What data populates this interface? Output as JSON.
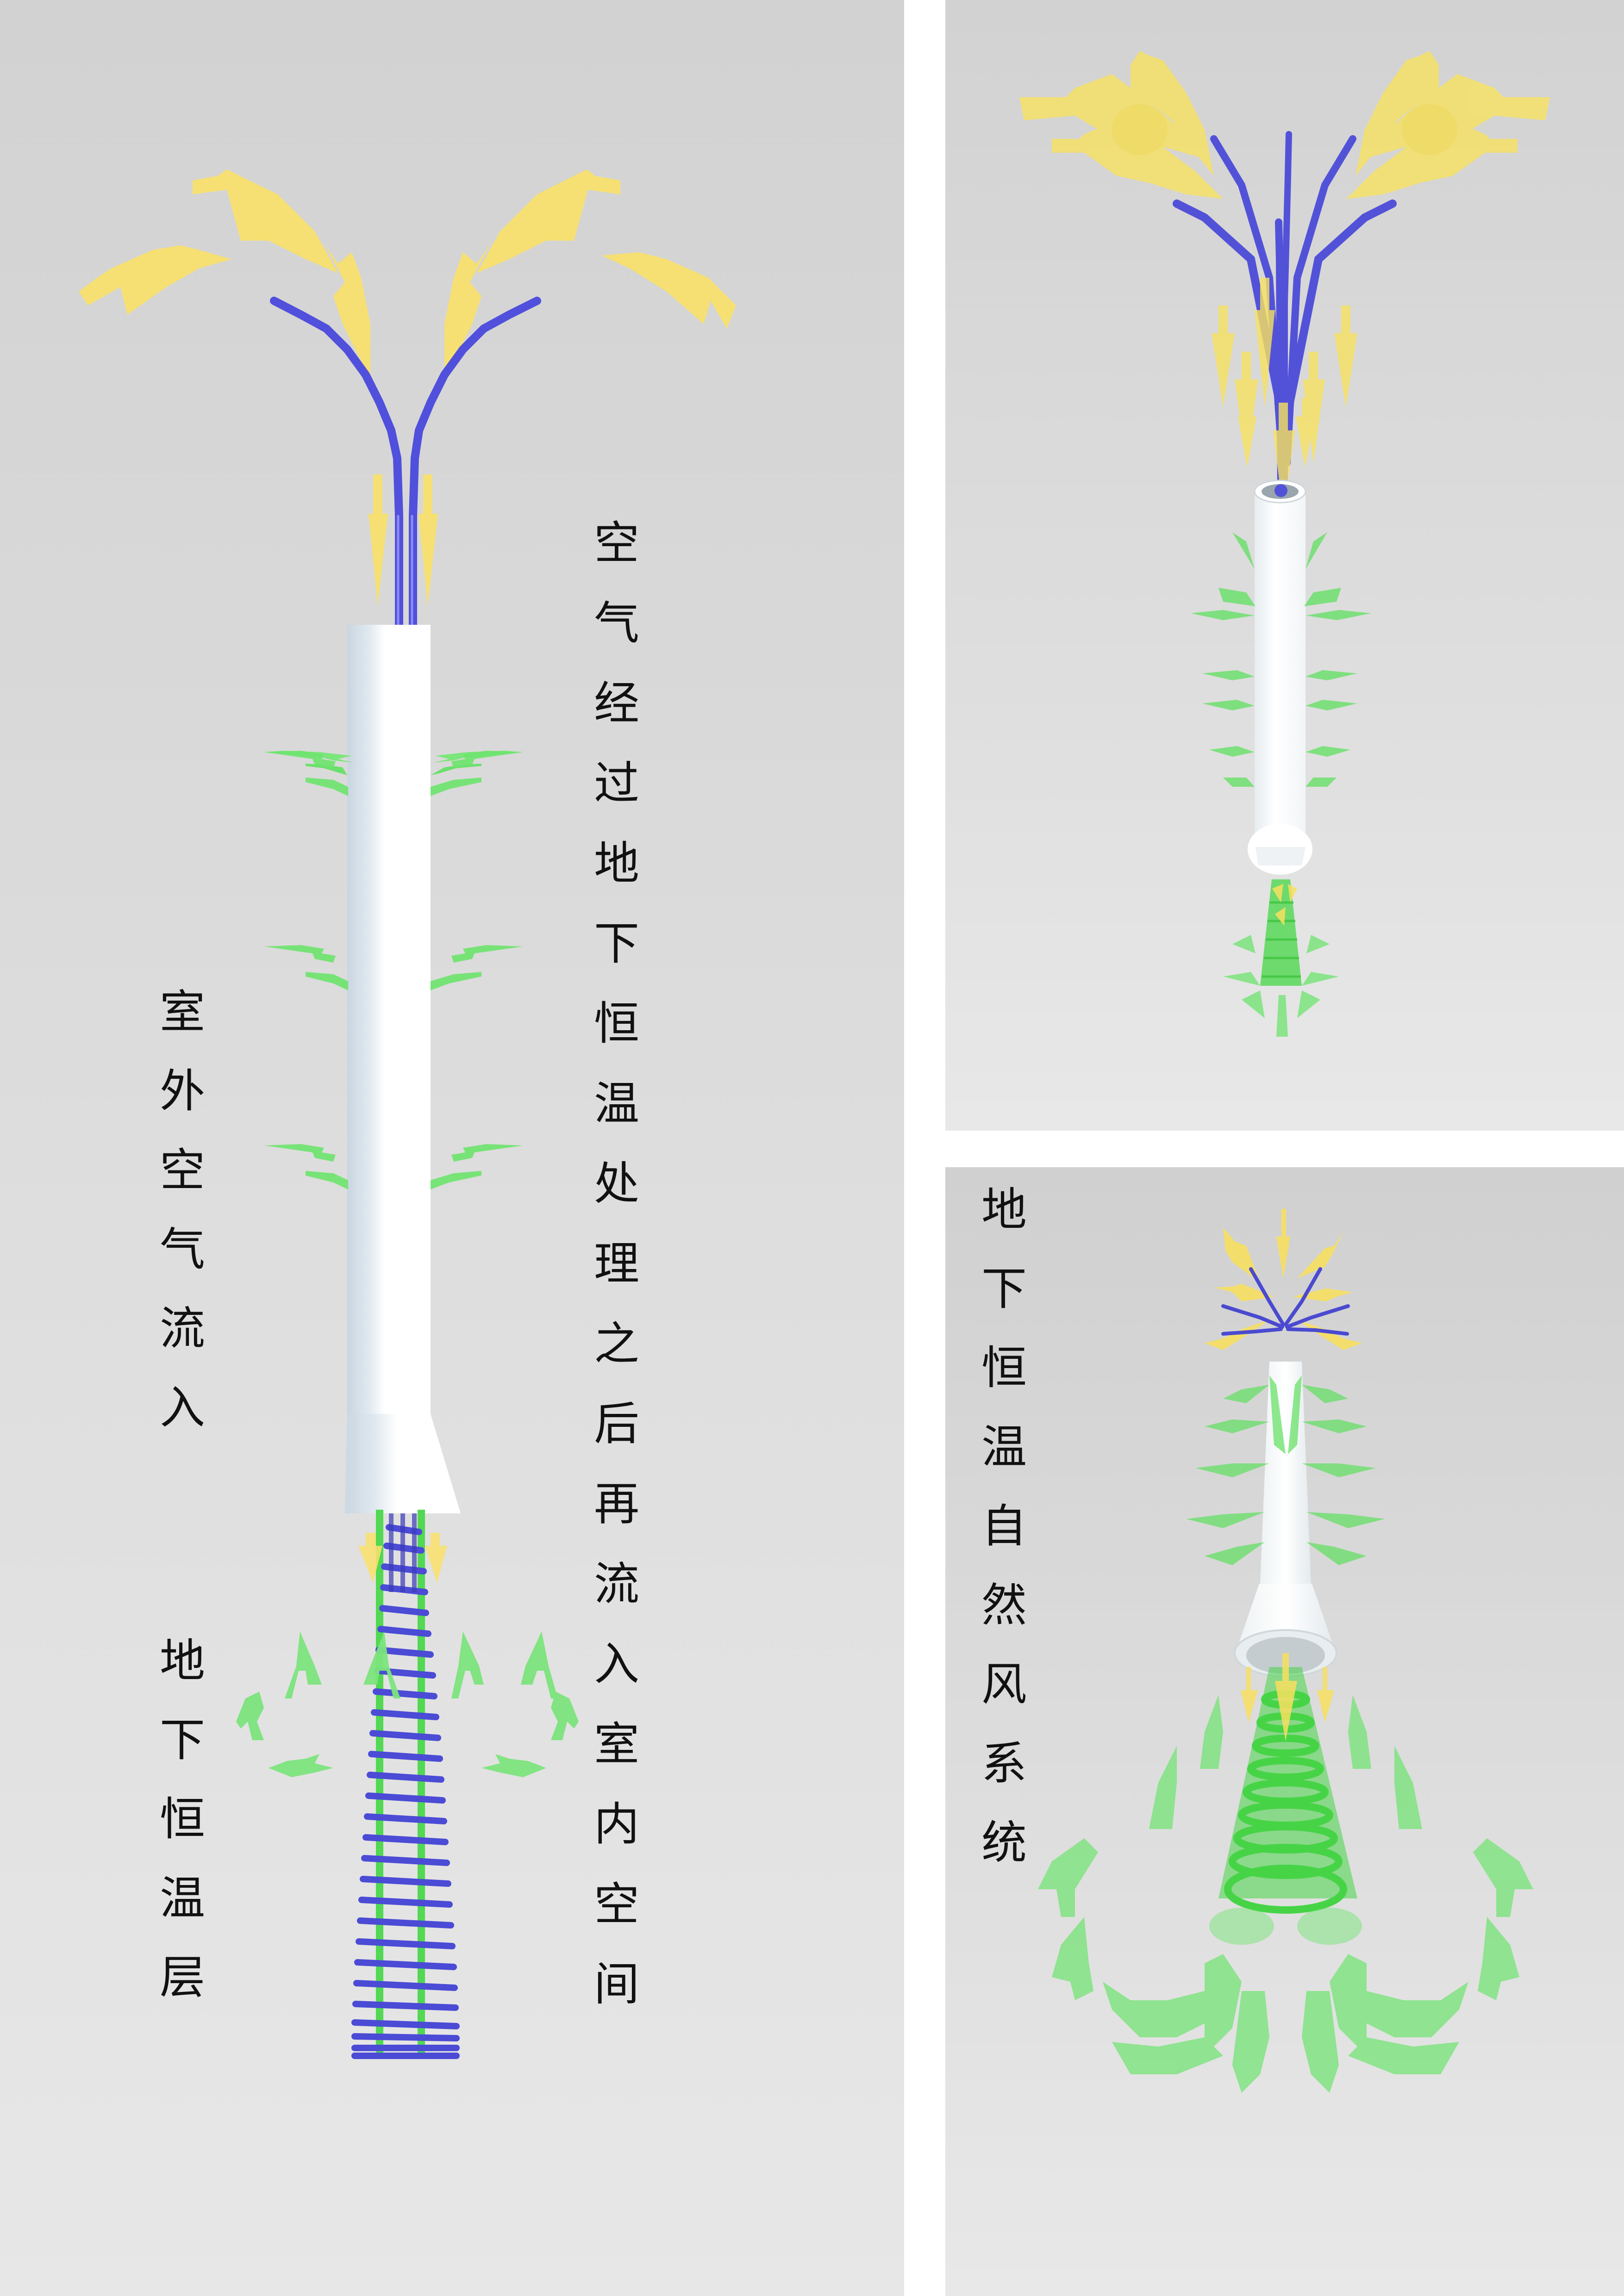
{
  "figure": {
    "type": "3d-render-diagram",
    "panels": [
      {
        "id": "left",
        "view": "front elevation"
      },
      {
        "id": "top-right",
        "view": "perspective from above"
      },
      {
        "id": "bottom-right",
        "view": "perspective from below"
      }
    ]
  },
  "captions": {
    "outdoor_air_inflow": [
      "室",
      "外",
      "空",
      "气",
      "流",
      "入"
    ],
    "underground_constant_temp_layer": [
      "地",
      "下",
      "恒",
      "温",
      "层"
    ],
    "process_description": [
      "空",
      "气",
      "经",
      "过",
      "地",
      "下",
      "恒",
      "温",
      "处",
      "理",
      "之",
      "后",
      "再",
      "流",
      "入",
      "室",
      "内",
      "空",
      "间"
    ],
    "system_name": [
      "地",
      "下",
      "恒",
      "温",
      "自",
      "然",
      "风",
      "系",
      "统"
    ]
  },
  "legend_colors": {
    "outdoor_air_arrows": "#f9e36a",
    "treated_air_arrows": "#6ee46a",
    "pipes": "#5656e0",
    "tube_body": "#ffffff",
    "spring_underground": "#4a4ad8",
    "spring_green_cone": "#4cd84a"
  }
}
